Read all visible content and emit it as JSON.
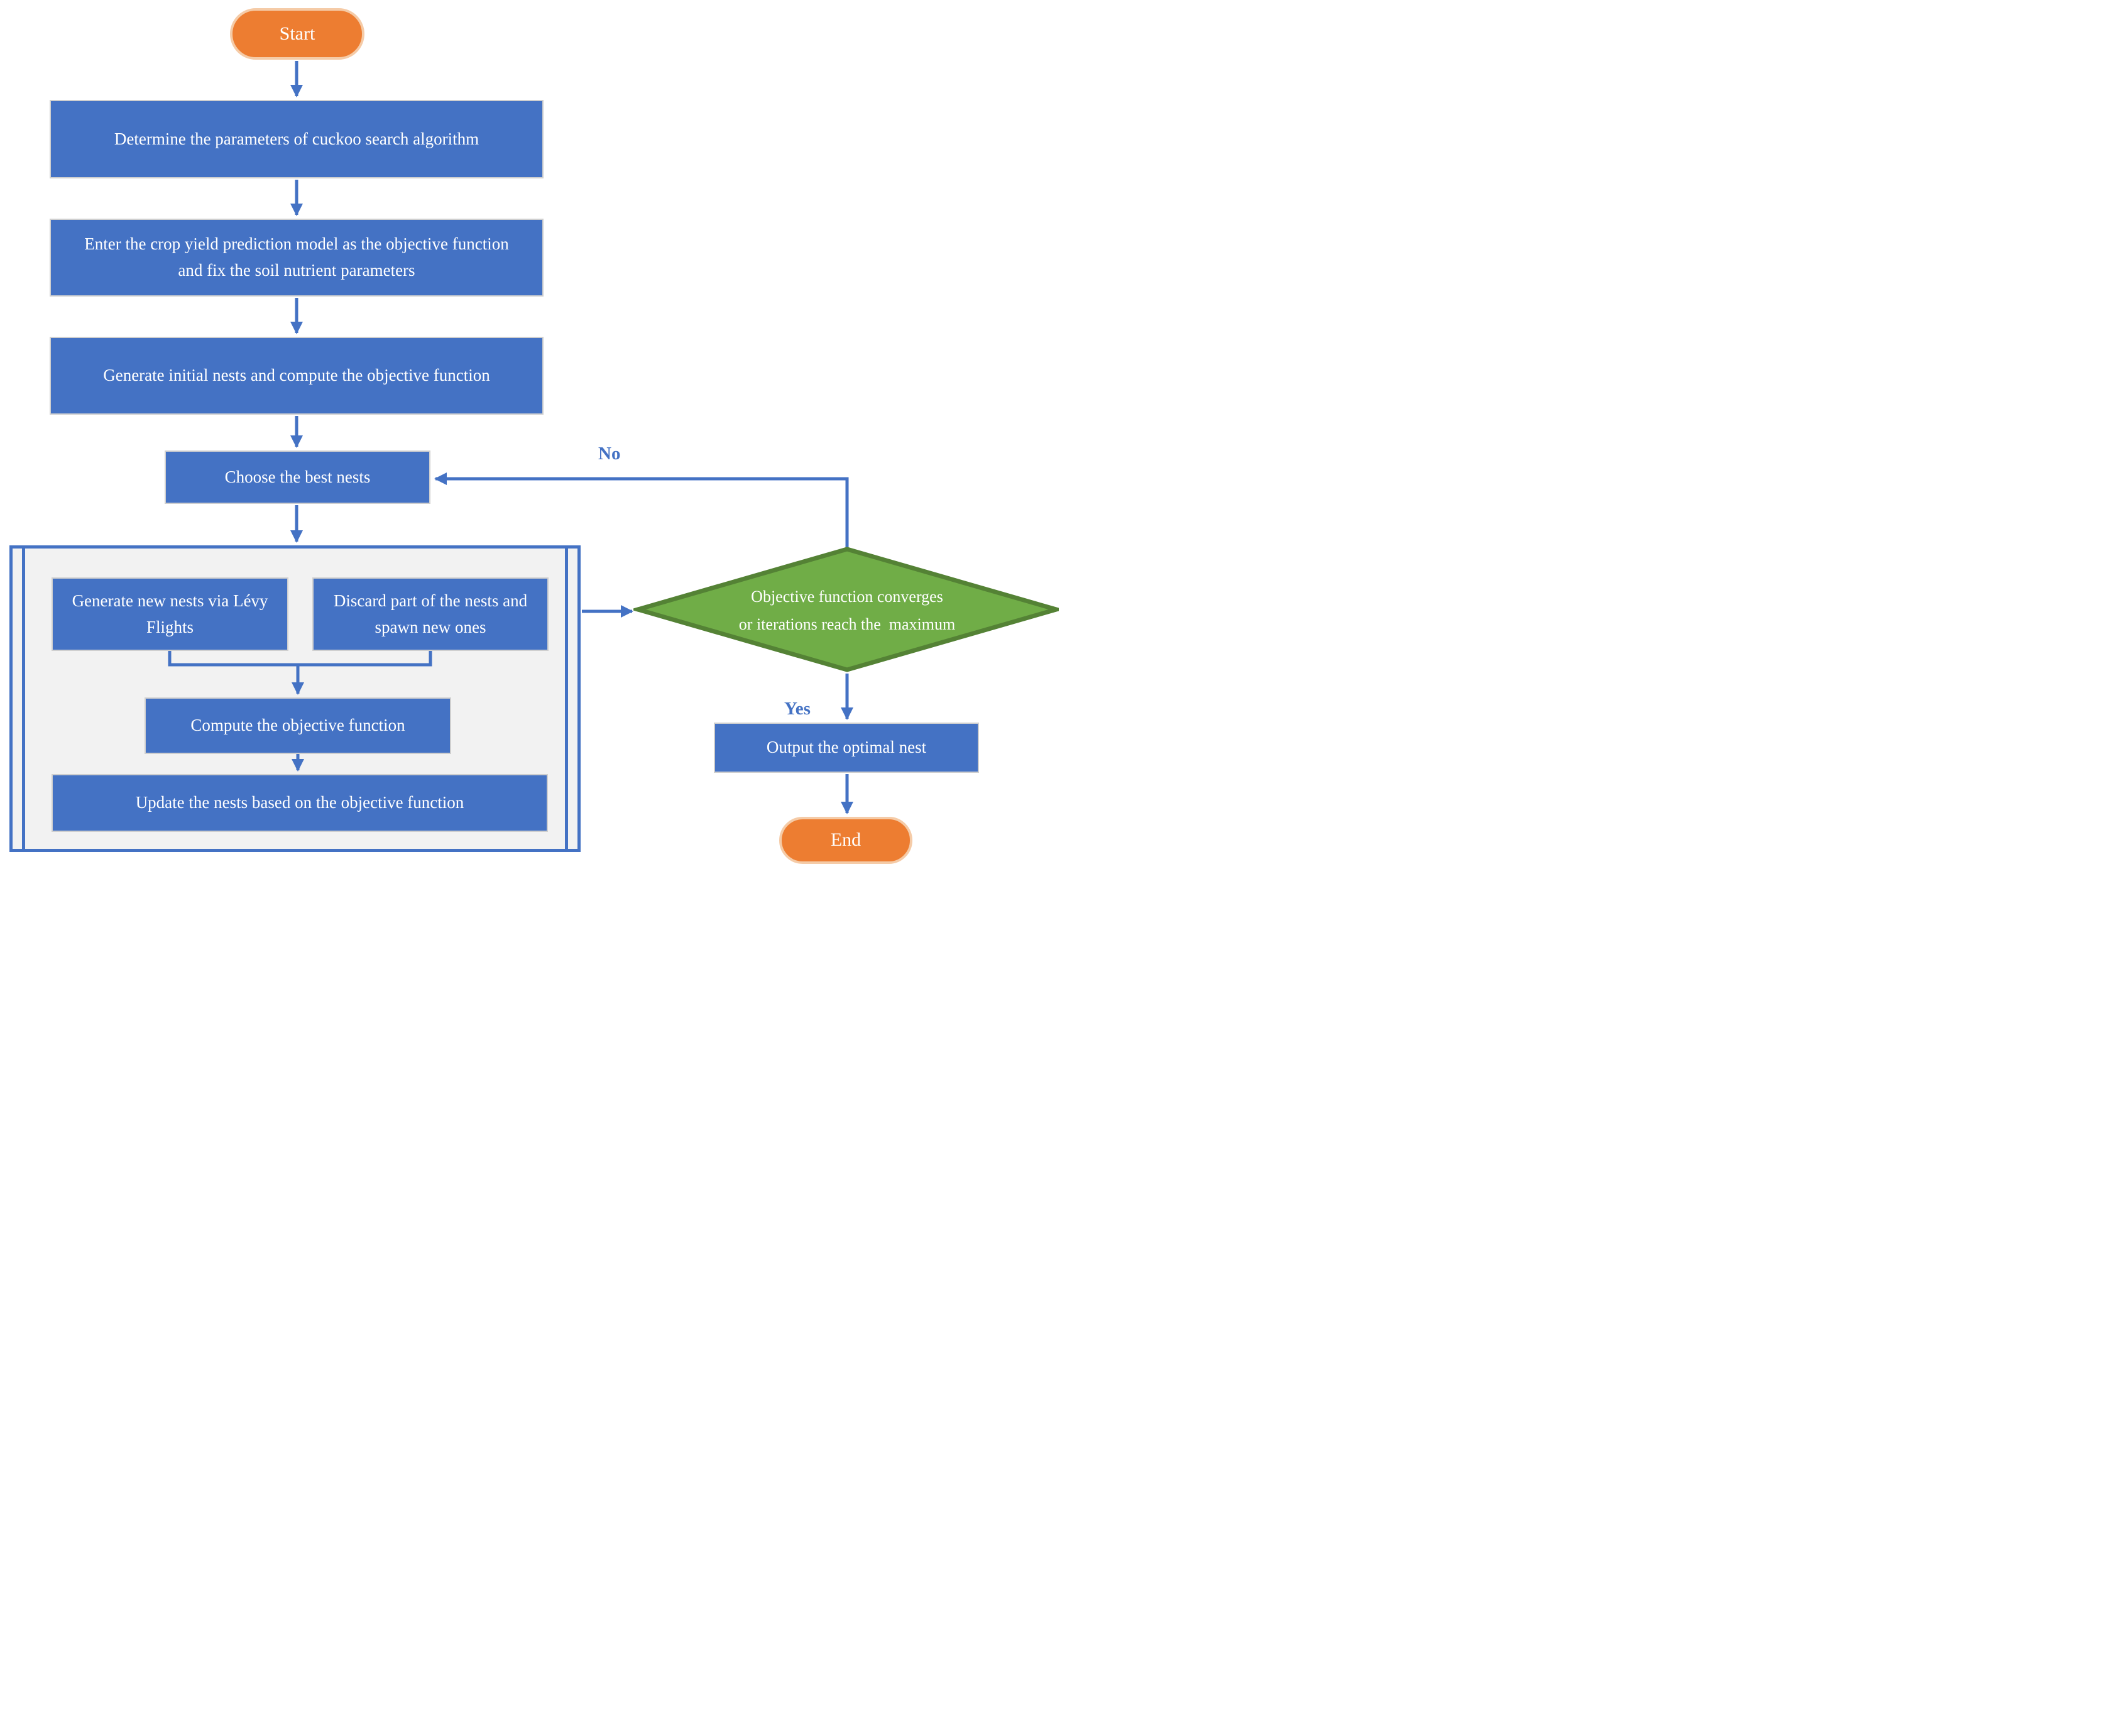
{
  "flowchart": {
    "nodes": {
      "start": {
        "label": "Start"
      },
      "determine_params": {
        "label": "Determine the parameters of cuckoo search algorithm"
      },
      "enter_model": {
        "label": "Enter the crop yield prediction model as the objective function and fix the soil nutrient parameters"
      },
      "generate_initial": {
        "label": "Generate initial nests and compute the objective function"
      },
      "choose_best": {
        "label": "Choose the best nests"
      },
      "levy_flights": {
        "label": "Generate new nests via Lévy Flights"
      },
      "discard_nests": {
        "label": "Discard part of the nests and spawn new ones"
      },
      "compute_objective": {
        "label": "Compute the objective function"
      },
      "update_nests": {
        "label": "Update the nests based on the objective function"
      },
      "decision": {
        "label": "Objective function converges\nor iterations reach the  maximum"
      },
      "output_optimal": {
        "label": "Output the optimal nest"
      },
      "end": {
        "label": "End"
      }
    },
    "edge_labels": {
      "no": "No",
      "yes": "Yes"
    },
    "colors": {
      "blue": "#4472C4",
      "orange": "#ED7D31",
      "orange_border": "#F5CBA7",
      "green": "#70AD47",
      "green_border": "#548235",
      "group_bg": "#F2F2F2",
      "node_text": "#FFFFFF"
    }
  }
}
